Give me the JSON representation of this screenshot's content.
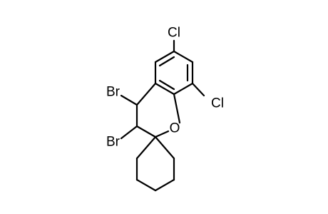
{
  "molecule": {
    "atoms": {
      "cl_top": "Cl",
      "cl_right": "Cl",
      "br_upper": "Br",
      "br_lower": "Br",
      "oxygen": "O"
    },
    "colors": {
      "bond": "#000000",
      "label": "#000000",
      "background": "#ffffff"
    }
  }
}
